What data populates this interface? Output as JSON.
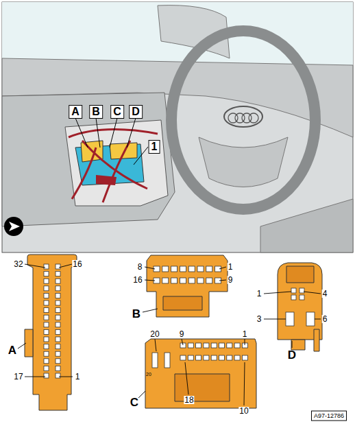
{
  "diagram": {
    "labels": [
      "A",
      "B",
      "C",
      "D",
      "1",
      "32",
      "16",
      "17",
      "1",
      "A",
      "8",
      "1",
      "16",
      "9",
      "B",
      "1",
      "4",
      "3",
      "6",
      "D",
      "20",
      "9",
      "1",
      "20",
      "18",
      "10",
      "C",
      "A97-12786"
    ]
  }
}
